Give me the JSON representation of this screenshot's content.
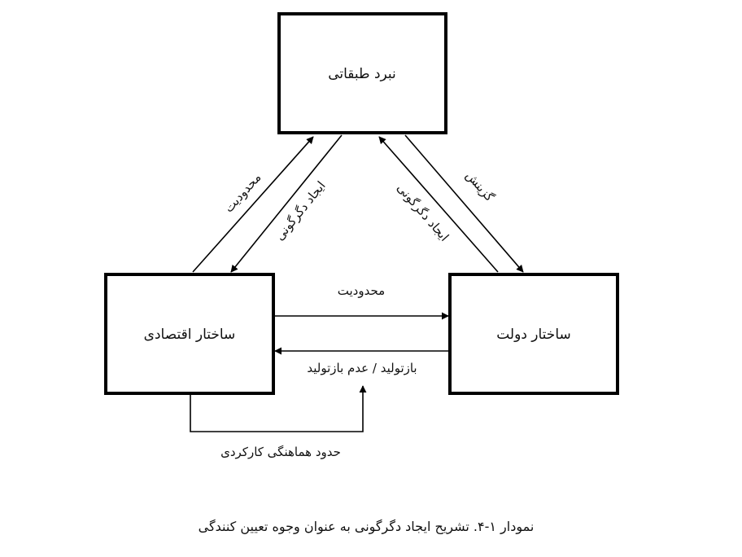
{
  "nodes": {
    "class_struggle": "نبرد طبقاتی",
    "economic_structure": "ساختار اقتصادی",
    "state_structure": "ساختار دولت"
  },
  "edges": {
    "econ_to_class_limitation": "محدودیت",
    "class_to_econ_transformation": "ایجاد دگرگونی",
    "state_to_class_transformation": "ایجاد دگرگونی",
    "class_to_state_selection": "گزینش",
    "econ_to_state_limitation": "محدودیت",
    "state_to_econ_reproduction": "بازتولید / عدم بازتولید",
    "econ_functional_compatibility": "حدود هماهنگی کارکردی"
  },
  "caption": "نمودار ۱-۴. تشریح ایجاد دگرگونی به عنوان وجوه تعیین کنندگی"
}
